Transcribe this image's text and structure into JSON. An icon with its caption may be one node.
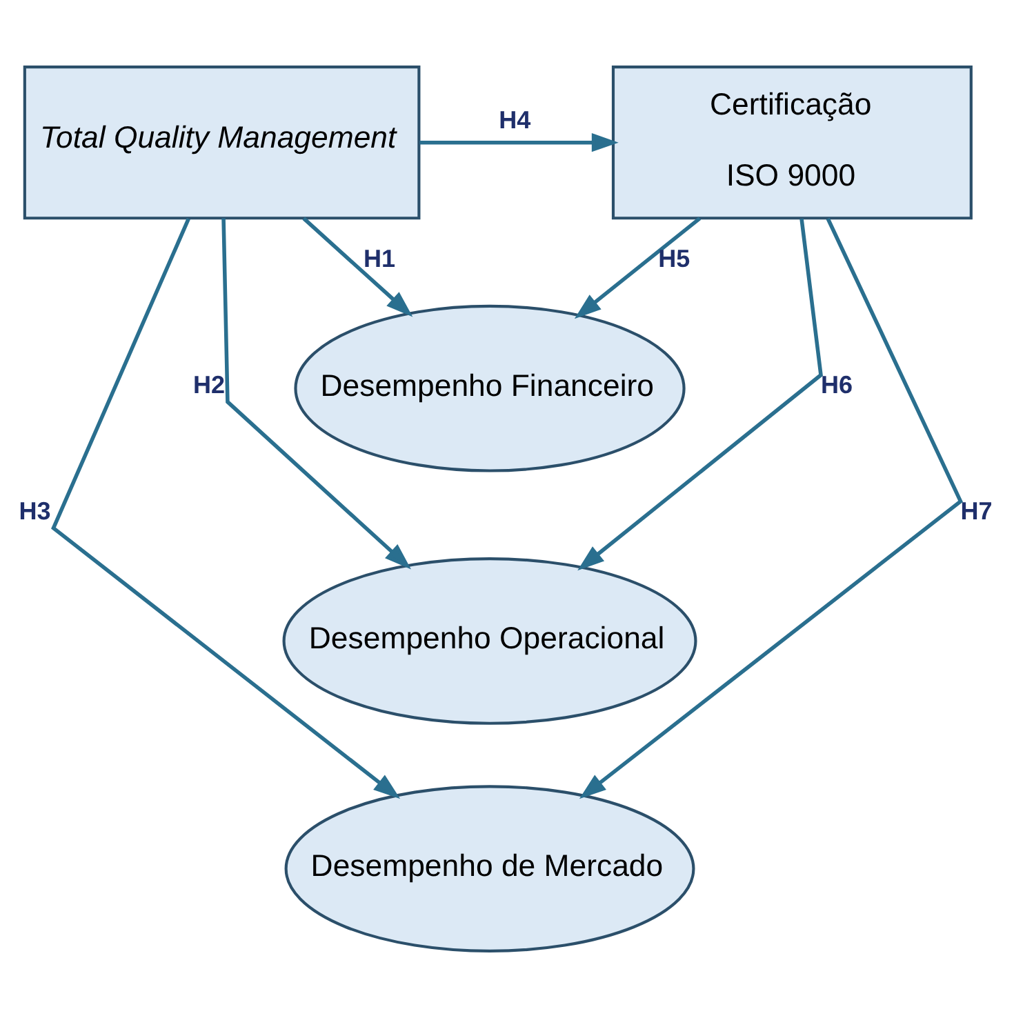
{
  "diagram": {
    "nodes": [
      {
        "text": [
          "Total Quality Management"
        ]
      },
      {
        "text": [
          "Certificação",
          "ISO 9000"
        ]
      },
      {
        "text": [
          "Desempenho Financeiro"
        ]
      },
      {
        "text": [
          "Desempenho Operacional"
        ]
      },
      {
        "text": [
          "Desempenho de Mercado"
        ]
      }
    ],
    "edges": [
      {
        "from": 0,
        "to": 1,
        "arrow": "to",
        "label": "H4"
      },
      {
        "from": 0,
        "to": 2,
        "arrow": "to",
        "label": "H1"
      },
      {
        "from": 0,
        "to": 3,
        "arrow": "to",
        "label": "H2"
      },
      {
        "from": 0,
        "to": 4,
        "arrow": "to",
        "label": "H3"
      },
      {
        "from": 1,
        "to": 2,
        "arrow": "to",
        "label": "H5"
      },
      {
        "from": 1,
        "to": 3,
        "arrow": "to",
        "label": "H6"
      },
      {
        "from": 1,
        "to": 4,
        "arrow": "to",
        "label": "H7"
      }
    ]
  }
}
